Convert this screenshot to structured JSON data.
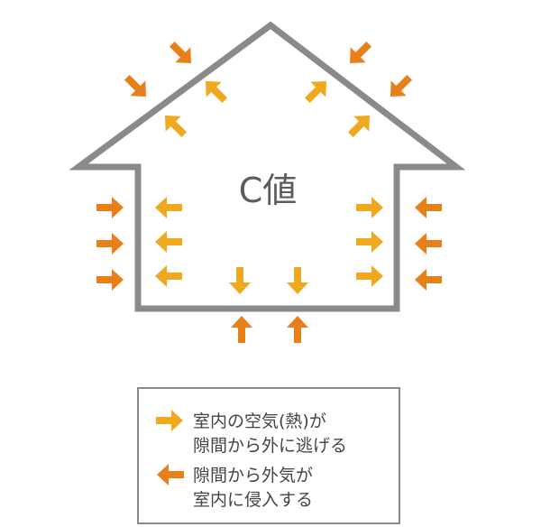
{
  "diagram": {
    "title": "C値",
    "colors": {
      "outline": "#8a8a8a",
      "escaping_arrow": "#f0a81e",
      "infiltrating_arrow": "#e8801a",
      "text": "#444444",
      "legend_border": "#8a8a8a"
    }
  },
  "legend": {
    "escape": {
      "icon": "right-arrow-icon",
      "line1": "室内の空気(熱)が",
      "line2": "隙間から外に逃げる"
    },
    "infiltrate": {
      "icon": "left-arrow-icon",
      "line1": "隙間から外気が",
      "line2": "室内に侵入する"
    }
  }
}
